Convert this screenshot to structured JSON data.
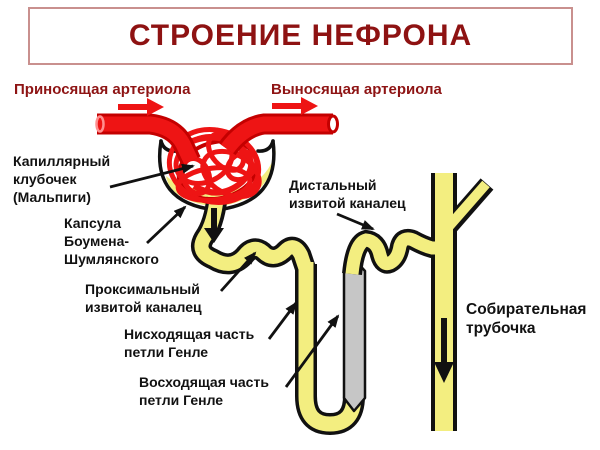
{
  "slide": {
    "title": "СТРОЕНИЕ НЕФРОНА",
    "labels": {
      "afferent_arteriole": "Приносящая артериола",
      "efferent_arteriole": "Выносящая артериола",
      "glomerulus": "Капиллярный\nклубочек\n(Мальпиги)",
      "bowman_capsule": "Капсула\nБоумена-\nШумлянского",
      "distal_tubule": "Дистальный\nизвитой каналец",
      "proximal_tubule": "Проксимальный\nизвитой каналец",
      "henle_descending": "Нисходящая часть\nпетли Генле",
      "henle_ascending": "Восходящая часть\nпетли Генле",
      "collecting_duct": "Собирательная\nтрубочка"
    },
    "colors": {
      "title_red": "#8e1212",
      "title_border_pink": "#c9908e",
      "vessel_red": "#ee1414",
      "vessel_dark_red": "#c40000",
      "tubule_yellow": "#f3ee80",
      "ascending_gray": "#c6c6c6",
      "outline_black": "#111111"
    }
  }
}
